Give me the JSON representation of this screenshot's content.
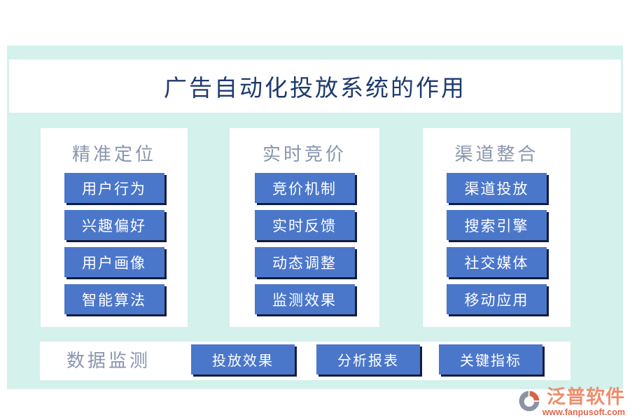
{
  "title": "广告自动化投放系统的作用",
  "columns": [
    {
      "header": "精准定位",
      "items": [
        "用户行为",
        "兴趣偏好",
        "用户画像",
        "智能算法"
      ]
    },
    {
      "header": "实时竞价",
      "items": [
        "竞价机制",
        "实时反馈",
        "动态调整",
        "监测效果"
      ]
    },
    {
      "header": "渠道整合",
      "items": [
        "渠道投放",
        "搜索引擎",
        "社交媒体",
        "移动应用"
      ]
    }
  ],
  "bottom": {
    "label": "数据监测",
    "items": [
      "投放效果",
      "分析报表",
      "关键指标"
    ]
  },
  "branding": {
    "name": "泛普软件",
    "url": "www.fanpusoft.com"
  },
  "colors": {
    "background_mint": "#d4f1ec",
    "chip_blue": "#4b77cb",
    "chip_shadow_navy": "#111e3c",
    "title_navy": "#1e3a6e",
    "header_gray_blue": "#8995ae",
    "brand_salmon": "#ee8e6d",
    "brand_red": "#e3664b",
    "logo_gray": "#8b93a4",
    "logo_orange": "#d96248"
  }
}
